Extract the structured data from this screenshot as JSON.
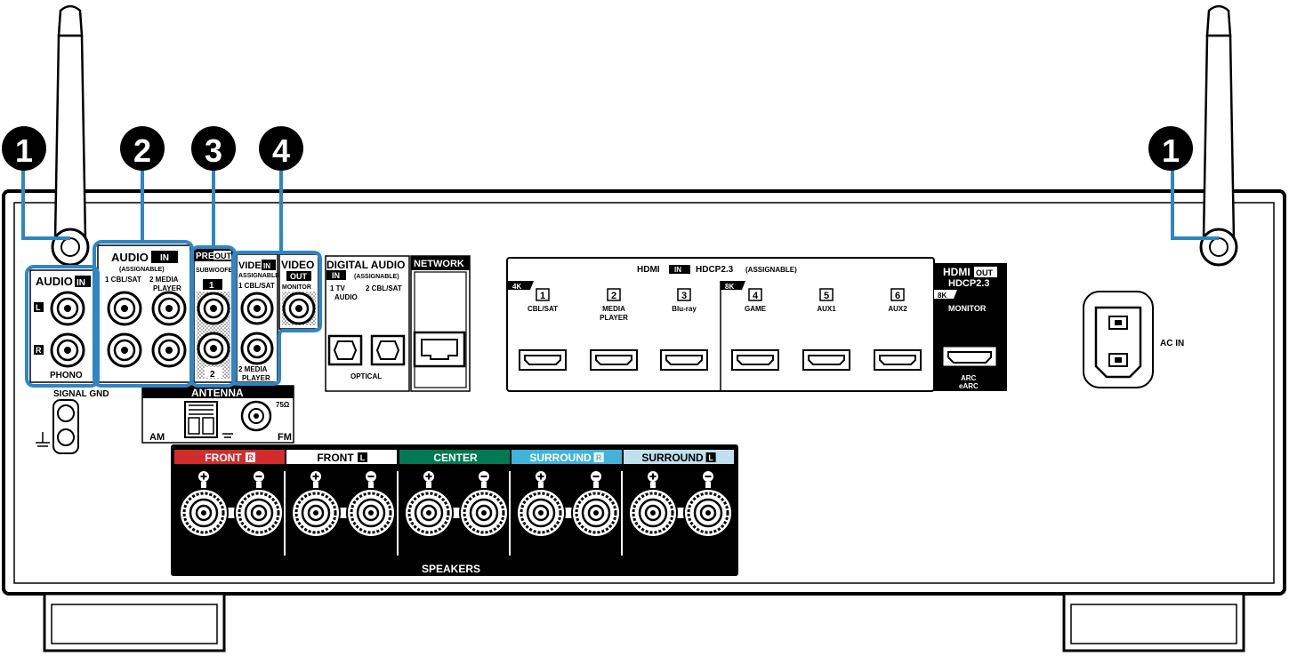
{
  "callouts": [
    "1",
    "2",
    "3",
    "4",
    "1"
  ],
  "phono": {
    "title": "AUDIO",
    "in": "IN",
    "l": "L",
    "r": "R",
    "label": "PHONO",
    "gnd": "SIGNAL GND"
  },
  "audio_in": {
    "title": "AUDIO",
    "in": "IN",
    "sub": "(ASSIGNABLE)",
    "c1": "1 CBL/SAT",
    "c2a": "2 MEDIA",
    "c2b": "PLAYER"
  },
  "preout": {
    "pre": "PRE",
    "out": "OUT",
    "sub": "SUBWOOFER",
    "n1": "1",
    "n2": "2"
  },
  "video_in": {
    "title": "VIDEO",
    "in": "IN",
    "sub": "ASSIGNABLE",
    "c1": "1 CBL/SAT",
    "c2a": "2 MEDIA",
    "c2b": "PLAYER"
  },
  "video_out": {
    "title": "VIDEO",
    "out": "OUT",
    "monitor": "MONITOR"
  },
  "antenna": {
    "title": "ANTENNA",
    "am": "AM",
    "fm": "FM",
    "ohm": "75Ω"
  },
  "digital": {
    "title": "DIGITAL AUDIO",
    "in": "IN",
    "assign": "(ASSIGNABLE)",
    "c1a": "1  TV",
    "c1b": "AUDIO",
    "c2": "2 CBL/SAT",
    "optical": "OPTICAL"
  },
  "network": {
    "title": "NETWORK"
  },
  "hdmi_in": {
    "hdmi": "HDMI",
    "in": "IN",
    "hdcp": "HDCP2.3",
    "assign": "(ASSIGNABLE)",
    "badge4k": "4K",
    "badge8k": "8K",
    "ports": [
      {
        "num": "1",
        "l1": "CBL/SAT",
        "l2": ""
      },
      {
        "num": "2",
        "l1": "MEDIA",
        "l2": "PLAYER"
      },
      {
        "num": "3",
        "l1": "Blu-ray",
        "l2": ""
      },
      {
        "num": "4",
        "l1": "GAME",
        "l2": ""
      },
      {
        "num": "5",
        "l1": "AUX1",
        "l2": ""
      },
      {
        "num": "6",
        "l1": "AUX2",
        "l2": ""
      }
    ]
  },
  "hdmi_out": {
    "hdmi": "HDMI",
    "out": "OUT",
    "hdcp": "HDCP2.3",
    "badge": "8K",
    "monitor": "MONITOR",
    "arc": "ARC",
    "earc": "eARC"
  },
  "ac": {
    "label": "AC IN"
  },
  "speakers": {
    "title": "SPEAKERS",
    "groups": [
      {
        "name": "FRONT",
        "side": "R",
        "color": "#d22c2c"
      },
      {
        "name": "FRONT",
        "side": "L",
        "color": "#ffffff"
      },
      {
        "name": "CENTER",
        "side": "",
        "color": "#007a52"
      },
      {
        "name": "SURROUND",
        "side": "R",
        "color": "#3fb4d8"
      },
      {
        "name": "SURROUND",
        "side": "L",
        "color": "#bfe0ee"
      }
    ]
  },
  "colors": {
    "callout_line": "#2f86c4",
    "panel_outline": "#000000"
  }
}
